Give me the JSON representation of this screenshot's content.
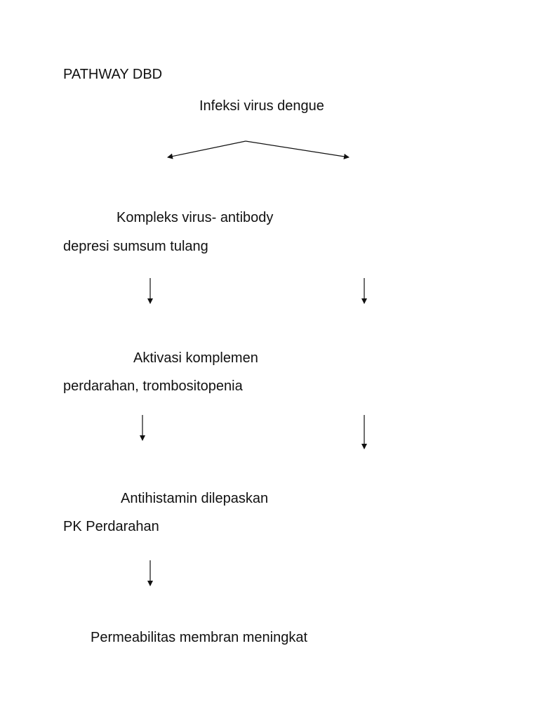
{
  "document": {
    "title": "PATHWAY DBD",
    "nodes": [
      {
        "id": "infeksi",
        "label": "Infeksi virus dengue"
      },
      {
        "id": "kompleks",
        "label": "Kompleks virus- antibody"
      },
      {
        "id": "depresi",
        "label": "depresi sumsum tulang"
      },
      {
        "id": "aktivasi",
        "label": "Aktivasi komplemen"
      },
      {
        "id": "perdarahan",
        "label": "perdarahan, trombositopenia"
      },
      {
        "id": "antihistamin",
        "label": "Antihistamin dilepaskan"
      },
      {
        "id": "pk",
        "label": "PK Perdarahan"
      },
      {
        "id": "permeabilitas",
        "label": "Permeabilitas membran meningkat"
      }
    ],
    "edges": [
      {
        "from": "infeksi",
        "to": "kompleks"
      },
      {
        "from": "infeksi",
        "to": "depresi"
      },
      {
        "from": "kompleks",
        "to": "aktivasi"
      },
      {
        "from": "depresi",
        "to": "perdarahan"
      },
      {
        "from": "aktivasi",
        "to": "antihistamin"
      },
      {
        "from": "perdarahan",
        "to": "pk"
      },
      {
        "from": "antihistamin",
        "to": "permeabilitas"
      }
    ]
  }
}
